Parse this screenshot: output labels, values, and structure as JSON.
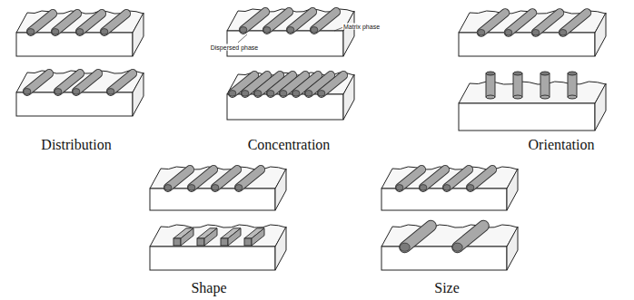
{
  "diagram": {
    "labels": [
      "Matrix phase",
      "Dispersed phase",
      "Distribution",
      "Concentration",
      "Orientation",
      "Shape",
      "Size"
    ]
  }
}
